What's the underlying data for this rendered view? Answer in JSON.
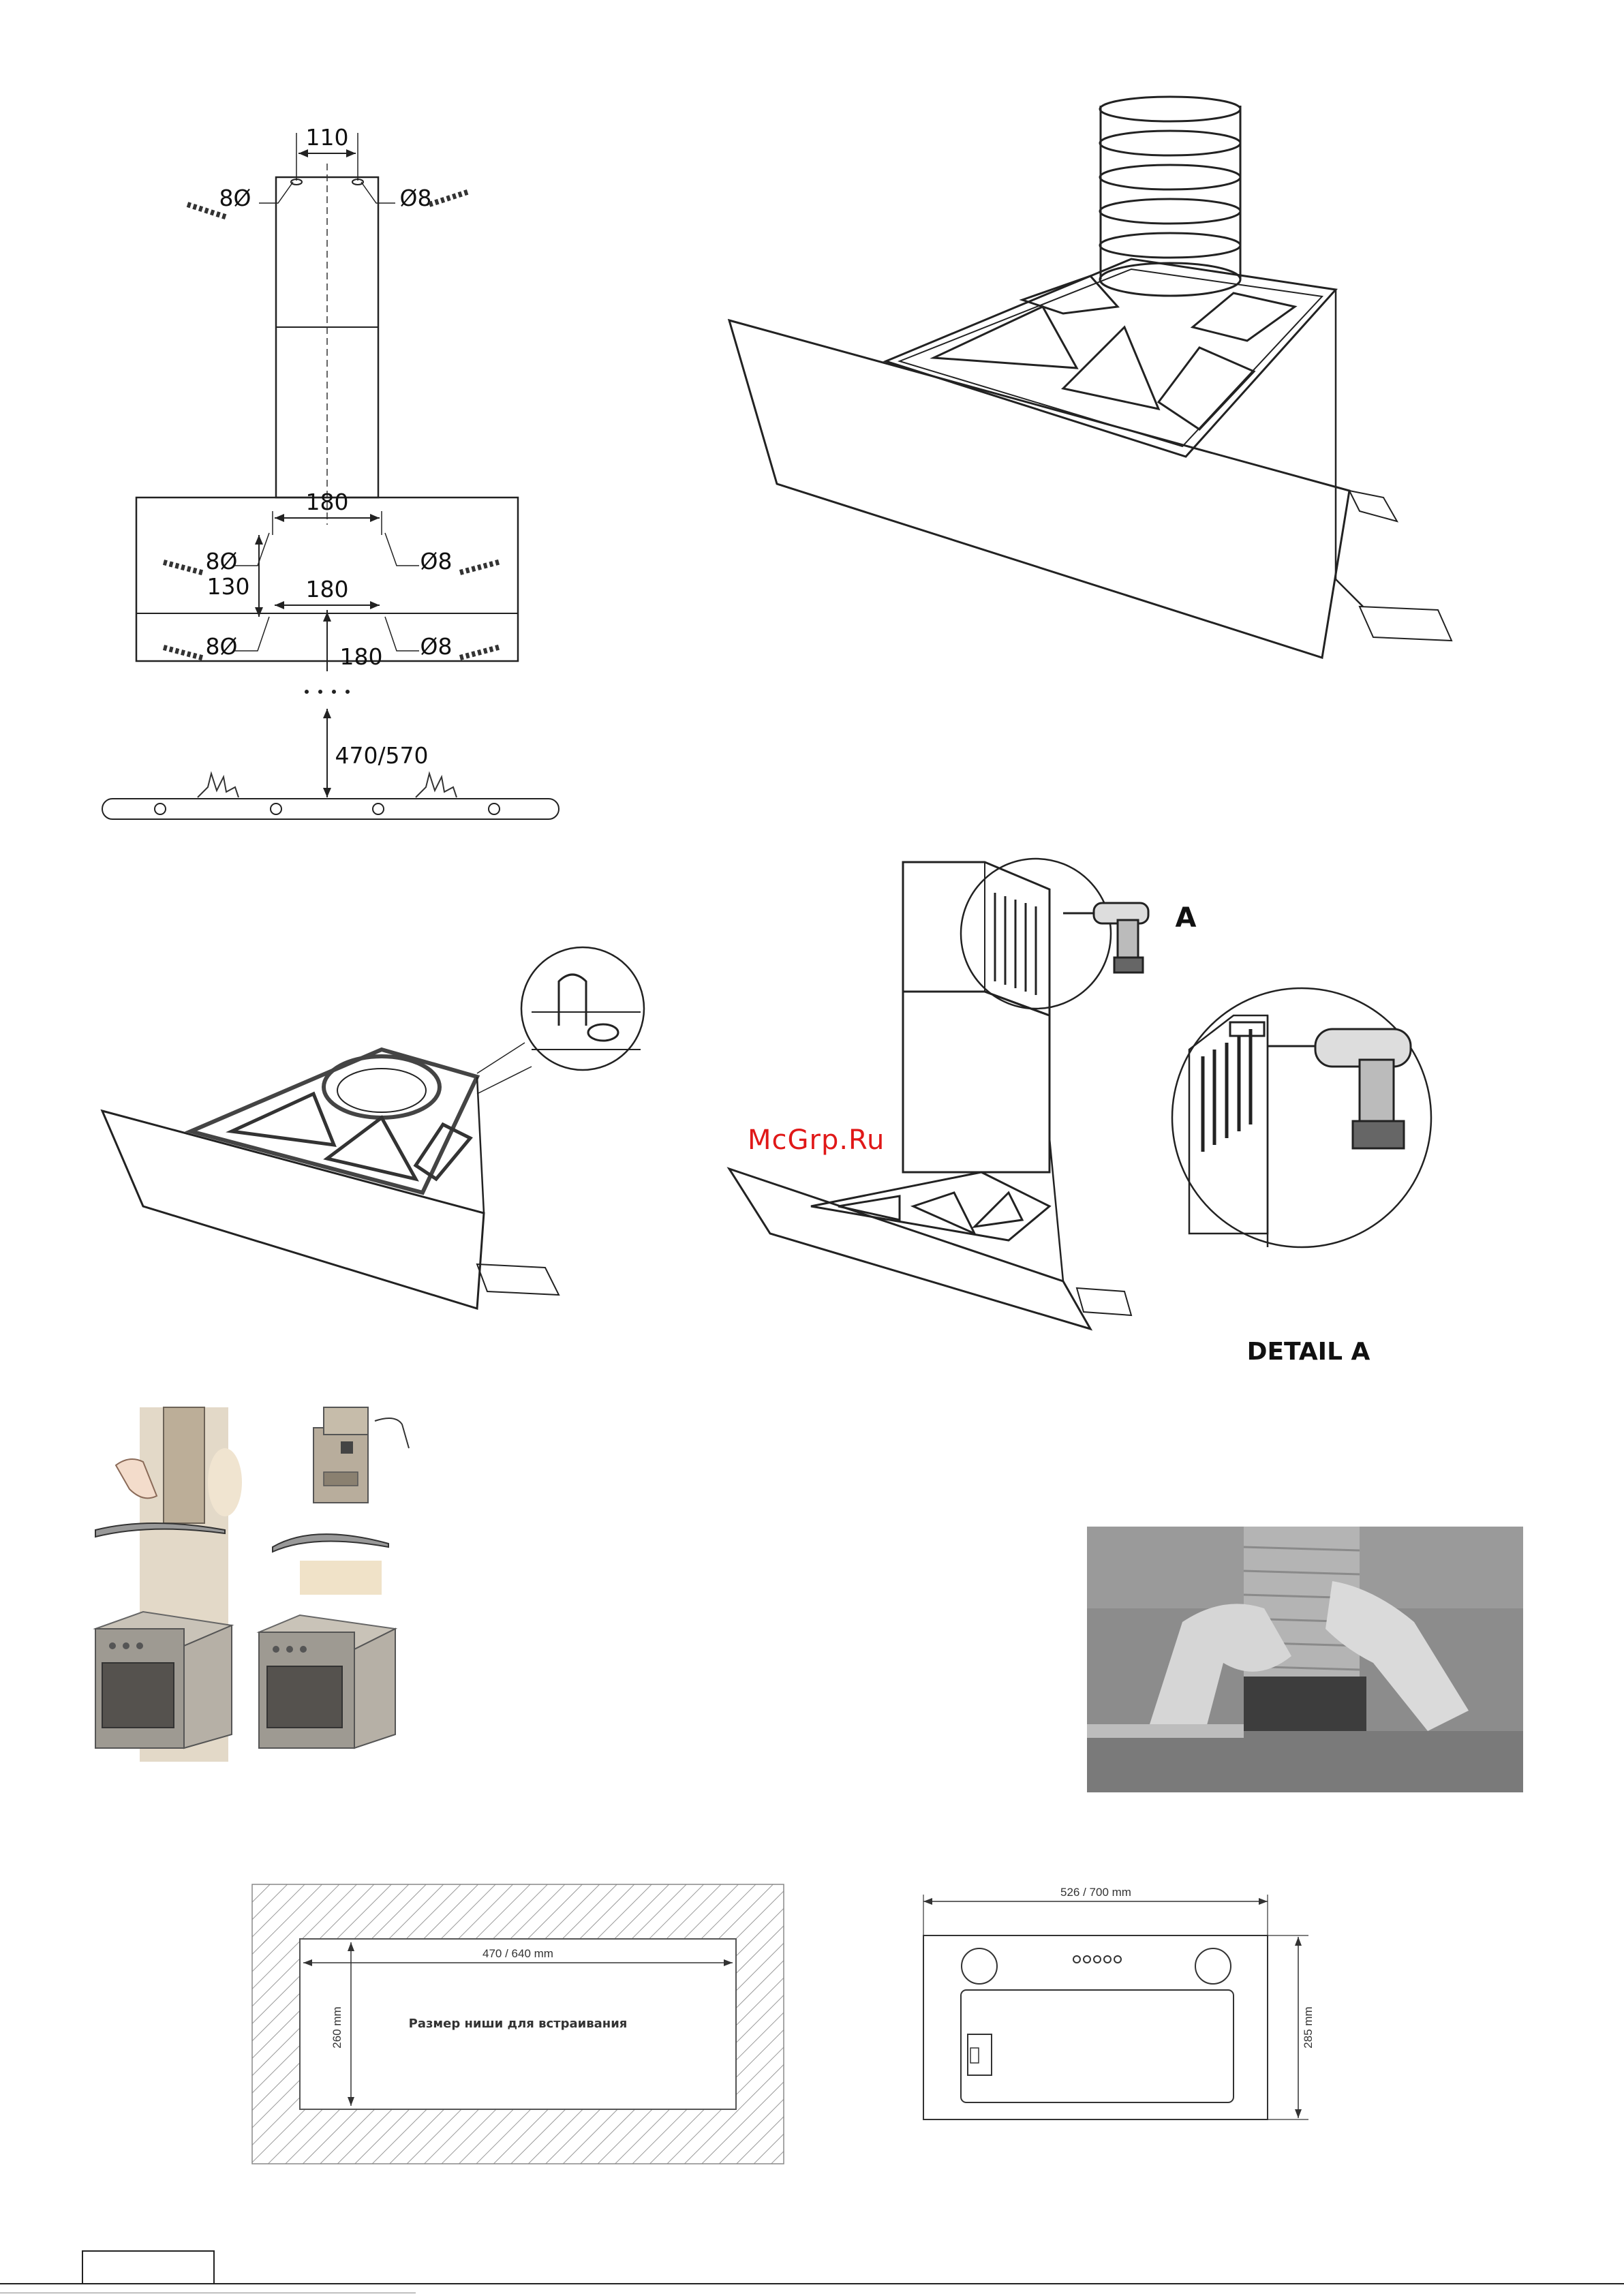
{
  "diagram_top": {
    "dim_110": "110",
    "dim_180a": "180",
    "dim_130": "130",
    "dim_180b": "180",
    "dim_180c": "180",
    "dim_470_570": "470/570",
    "screw_left_1": "8Ø",
    "screw_right_1": "Ø8",
    "screw_left_2": "8Ø",
    "screw_right_2": "Ø8",
    "screw_left_3": "8Ø",
    "screw_right_3": "Ø8"
  },
  "detail": {
    "callout_letter": "A",
    "detail_label": "DETAIL A"
  },
  "watermark": "McGrp.Ru",
  "niche": {
    "width_label": "470 / 640 mm",
    "height_label": "260 mm",
    "caption": "Размер ниши для встраивания"
  },
  "hood_plan": {
    "width_label": "526 / 700 mm",
    "height_label": "285 mm"
  }
}
